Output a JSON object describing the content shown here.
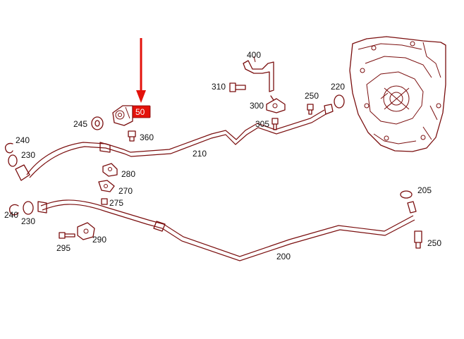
{
  "highlight": {
    "label": "50",
    "color": "#e3120b"
  },
  "line_color": "#7a0e0e",
  "labels": {
    "p400": "400",
    "p310": "310",
    "p300": "300",
    "p305": "305",
    "p250_top": "250",
    "p220": "220",
    "p245": "245",
    "p360": "360",
    "p240_top": "240",
    "p230_top": "230",
    "p210": "210",
    "p280": "280",
    "p270": "270",
    "p275": "275",
    "p240_bottom": "240",
    "p230_bottom": "230",
    "p205": "205",
    "p295": "295",
    "p290": "290",
    "p200": "200",
    "p250_bottom": "250"
  },
  "icons": {
    "arrow": "arrow-down-icon"
  }
}
